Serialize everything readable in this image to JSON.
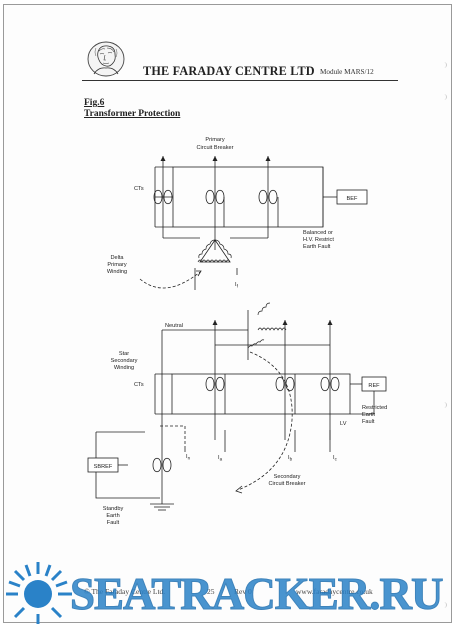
{
  "header": {
    "company": "THE FARADAY CENTRE LTD",
    "module": "Module MARS/12"
  },
  "figure": {
    "number": "Fig.6",
    "title": "Transformer Protection"
  },
  "labels": {
    "primary_cb": [
      "Primary",
      "Circuit Breaker"
    ],
    "cts_top": "CTs",
    "bef": "BEF",
    "balanced": [
      "Balanced or",
      "H.V. Restrict",
      "Earth Fault"
    ],
    "delta": [
      "Delta",
      "Primary",
      "Winding"
    ],
    "i_f": "I",
    "i_f_sub": "f",
    "neutral": "Neutral",
    "star": [
      "Star",
      "Secondary",
      "Winding"
    ],
    "cts_bottom": "CTs",
    "ref": "REF",
    "ref_desc": [
      "Restricted",
      "Earth",
      "Fault"
    ],
    "lv": "LV",
    "i_n": "I",
    "i_n_sub": "n",
    "i_a": "I",
    "i_a_sub": "a",
    "i_b": "I",
    "i_b_sub": "b",
    "i_c": "I",
    "i_c_sub": "c",
    "sbref": "SBREF",
    "secondary_cb": [
      "Secondary",
      "Circuit Breaker"
    ],
    "standby": [
      "Standby",
      "Earth",
      "Fault"
    ]
  },
  "footer": {
    "copyright": "© The Faraday Centre Ltd.",
    "page": "25",
    "rev": "Rev 0",
    "website": "www.faradaycentre.co.uk"
  },
  "watermark": {
    "text": "SEATRACKER.RU",
    "color": "#2a82c8"
  }
}
